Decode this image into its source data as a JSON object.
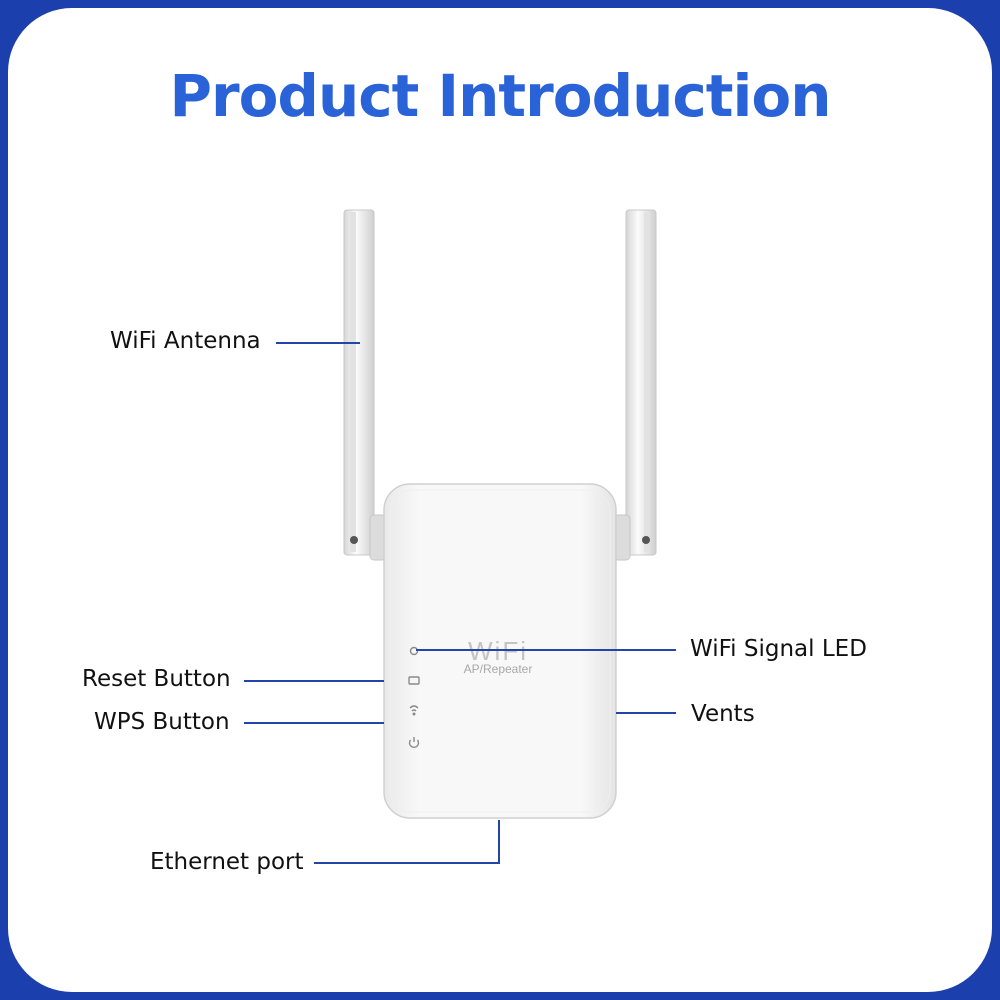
{
  "title": "Product Introduction",
  "device_text": {
    "brand": "WiFi",
    "model": "AP/Repeater"
  },
  "labels": {
    "wifi_antenna": "WiFi Antenna",
    "reset_button": "Reset Button",
    "wps_button": "WPS Button",
    "ethernet_port": "Ethernet port",
    "wifi_signal_led": "WiFi Signal LED",
    "vents": "Vents"
  },
  "colors": {
    "frame": "#1c3fae",
    "title": "#2a63d8",
    "leader_line": "#2344a8"
  }
}
